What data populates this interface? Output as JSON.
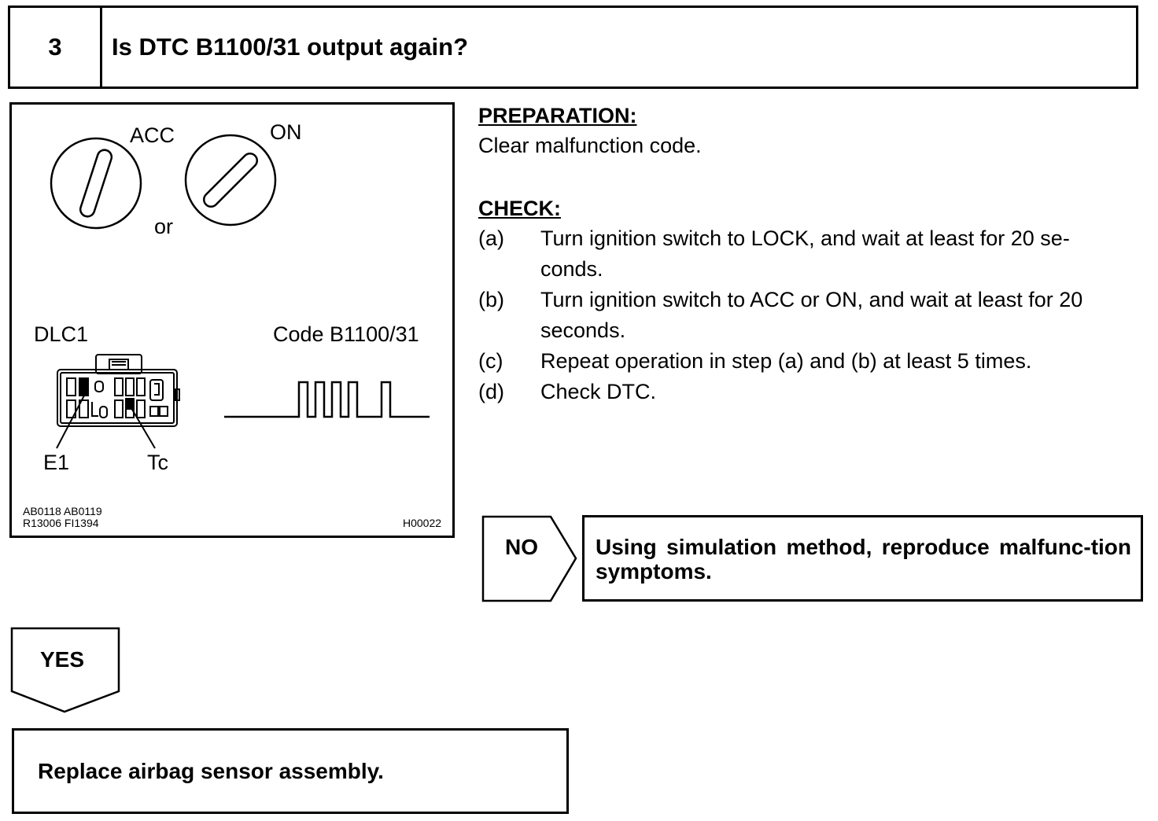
{
  "step": {
    "number": "3",
    "question": "Is DTC B1100/31 output again?"
  },
  "figure": {
    "label_acc": "ACC",
    "label_on": "ON",
    "label_or": "or",
    "label_dlc1": "DLC1",
    "label_code": "Code B1100/31",
    "label_e1": "E1",
    "label_tc": "Tc",
    "ref_line1": "AB0118  AB0119",
    "ref_line2": "R13006  FI1394",
    "ref_code": "H00022"
  },
  "preparation": {
    "heading": "PREPARATION:",
    "text": "Clear malfunction code."
  },
  "check": {
    "heading": "CHECK:",
    "items": [
      {
        "marker": "(a)",
        "line1": "Turn ignition switch to LOCK, and wait at least for 20 se-",
        "line2": "conds."
      },
      {
        "marker": "(b)",
        "line1": "Turn ignition switch to ACC or ON, and wait at least for 20",
        "line2": "seconds."
      },
      {
        "marker": "(c)",
        "line1": "Repeat operation in step (a) and (b) at least 5 times."
      },
      {
        "marker": "(d)",
        "line1": "Check DTC."
      }
    ]
  },
  "no_branch": {
    "label": "NO",
    "result": "Using simulation method, reproduce malfunc-tion symptoms."
  },
  "yes_branch": {
    "label": "YES",
    "result": "Replace airbag sensor assembly."
  }
}
